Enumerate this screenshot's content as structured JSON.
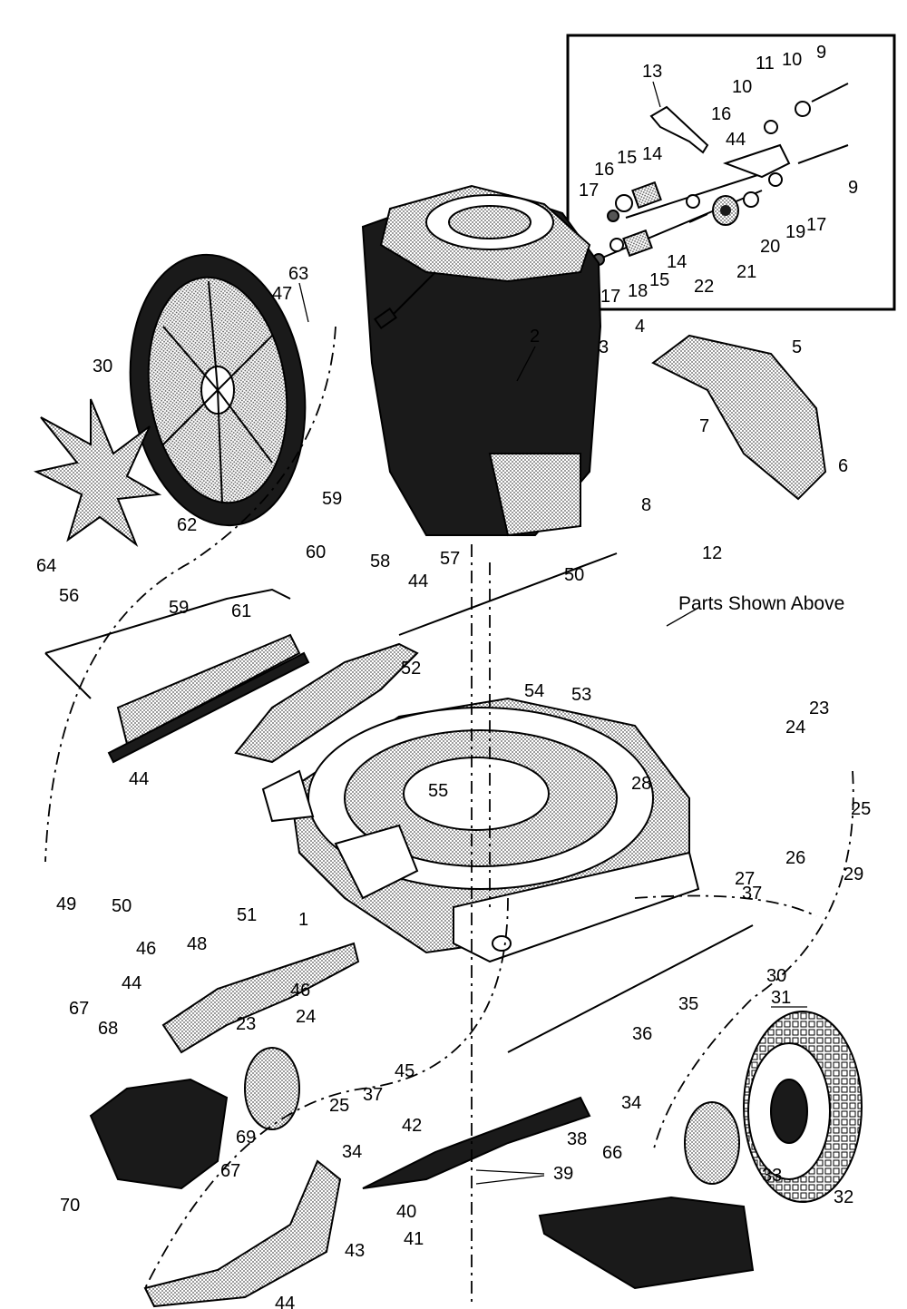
{
  "inset": {
    "labels": [
      "13",
      "11",
      "10",
      "9",
      "10",
      "16",
      "44",
      "14",
      "15",
      "16",
      "17",
      "9",
      "19",
      "17",
      "20",
      "21",
      "22",
      "14",
      "15",
      "18",
      "17"
    ]
  },
  "note": "Parts Shown Above",
  "labels": [
    "63",
    "47",
    "2",
    "4",
    "5",
    "3",
    "30",
    "7",
    "6",
    "8",
    "64",
    "62",
    "59",
    "60",
    "58",
    "57",
    "12",
    "44",
    "50",
    "56",
    "59",
    "61",
    "52",
    "53",
    "54",
    "28",
    "44",
    "55",
    "24",
    "23",
    "25",
    "26",
    "27",
    "49",
    "50",
    "51",
    "46",
    "1",
    "29",
    "37",
    "48",
    "30",
    "31",
    "35",
    "36",
    "44",
    "46",
    "24",
    "23",
    "67",
    "68",
    "37",
    "45",
    "25",
    "34",
    "42",
    "38",
    "34",
    "33",
    "32",
    "69",
    "67",
    "70",
    "39",
    "66",
    "40",
    "41",
    "43",
    "44"
  ]
}
